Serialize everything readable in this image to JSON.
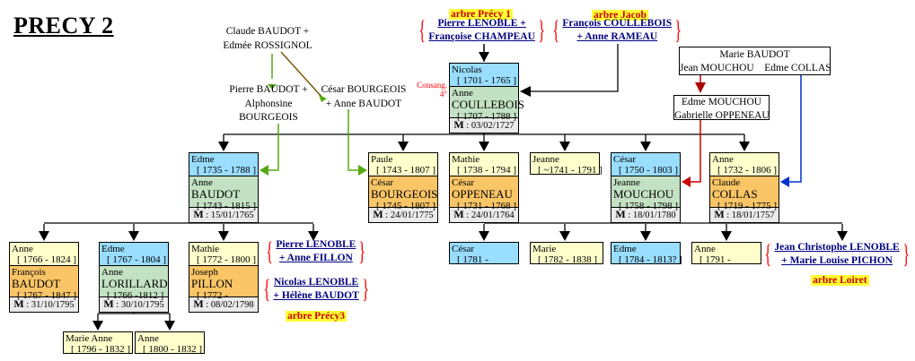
{
  "title": "PRECY 2",
  "ancestors": {
    "claude": [
      "Claude BAUDOT +",
      "Edmée ROSSIGNOL"
    ],
    "pierre": [
      "Pierre BAUDOT +",
      "Alphonsine",
      "BOURGEOIS"
    ],
    "cesar": [
      "César BOURGEOIS",
      "+ Anne BAUDOT"
    ],
    "marie_box": {
      "line1": "Marie BAUDOT",
      "left": "Jean MOUCHOU",
      "right": "Edme COLLAS"
    },
    "mouchou_box": [
      "Edme MOUCHOU",
      "Gabrielle OPPENEAU"
    ]
  },
  "links": {
    "precy1": {
      "tag": "arbre Précy 1",
      "line1": "Pierre LENOBLE +",
      "line2": "Françoise CHAMPEAU"
    },
    "jacob": {
      "tag": "arbre Jacob",
      "line1": "François COULLEBOIS",
      "line2": "+ Anne RAMEAU"
    },
    "fillon": {
      "line1": "Pierre LENOBLE",
      "line2": "+ Anne FILLON"
    },
    "helene": {
      "line1": "Nicolas LENOBLE",
      "line2": "+ Hélène BAUDOT",
      "tag": "arbre Précy3"
    },
    "loiret": {
      "line1": "Jean Christophe LENOBLE",
      "line2": "+ Marie Louise PICHON",
      "tag": "arbre Loiret"
    }
  },
  "consang": [
    "Consang.",
    "4°"
  ],
  "marriage_prefix": "M",
  "couples": {
    "nicolas": {
      "p1": {
        "name": "Nicolas",
        "dates": "[ 1701 - 1765 ]"
      },
      "p2": {
        "first": "Anne",
        "last": "COULLEBOIS",
        "dates": "[ 1707 - 1788 ]"
      },
      "m": ": 03/02/1727"
    },
    "edme": {
      "p1": {
        "name": "Edme",
        "dates": "[ 1735 - 1788 ]"
      },
      "p2": {
        "first": "Anne",
        "last": "BAUDOT",
        "dates": "[ 1743 - 1815 ]"
      },
      "m": ": 15/01/1765"
    },
    "paule": {
      "p1": {
        "name": "Paule",
        "dates": "[ 1743 - 1807 ]"
      },
      "p2": {
        "first": "César",
        "last": "BOURGEOIS",
        "dates": "[ 1745 - 1807 ]"
      },
      "m": ": 24/01/1775"
    },
    "mathie": {
      "p1": {
        "name": "Mathie",
        "dates": "[ 1738 - 1794 ]"
      },
      "p2": {
        "first": "César",
        "last": "OPPENEAU",
        "dates": "[ 1731 - 1768 ]"
      },
      "m": ": 24/01/1764"
    },
    "cesar": {
      "p1": {
        "name": "César",
        "dates": "[ 1750 - 1803 ]"
      },
      "p2": {
        "first": "Jeanne",
        "last": "MOUCHOU",
        "dates": "[ 1758 - 1798 ]"
      },
      "m": ": 18/01/1780"
    },
    "anne": {
      "p1": {
        "name": "Anne",
        "dates": "[ 1732 - 1806 ]"
      },
      "p2": {
        "first": "Claude",
        "last": "COLLAS",
        "dates": "[ 1719 - 1775 ]"
      },
      "m": ": 18/01/1757"
    },
    "anne2": {
      "p1": {
        "name": "Anne",
        "dates": "[ 1766 - 1824 ]"
      },
      "p2": {
        "first": "François",
        "last": "BAUDOT",
        "dates": "[ 1767 - 1847 ]"
      },
      "m": ": 31/10/1795"
    },
    "edme2": {
      "p1": {
        "name": "Edme",
        "dates": "[ 1767 - 1804 ]"
      },
      "p2": {
        "first": "Anne",
        "last": "LORILLARD",
        "dates": "[ 1766 -1812 ]"
      },
      "m": ": 30/10/1795"
    },
    "mathie2": {
      "p1": {
        "name": "Mathie",
        "dates": "[ 1772 - 1800 ]"
      },
      "p2": {
        "first": "Joseph",
        "last": "PILLON",
        "dates": "[ 1772 -"
      },
      "m": ": 08/02/1798"
    }
  },
  "singles": {
    "jeanne": {
      "name": "Jeanne",
      "dates": "[ ~1741 - 1791 ]"
    },
    "cesar_c": {
      "name": "César",
      "dates": "[ 1781 -"
    },
    "marie_c": {
      "name": "Marie",
      "dates": "[ 1782 - 1838 ]"
    },
    "edme_c": {
      "name": "Edme",
      "dates": "[ 1784 - 1813? ]"
    },
    "anne_c": {
      "name": "Anne",
      "dates": "[ 1791 -"
    },
    "marie_anne": {
      "name": "Marie Anne",
      "dates": "[ 1796 - 1832 ]"
    },
    "anne_gc": {
      "name": "Anne",
      "dates": "[ 1800 - 1832 ]"
    }
  },
  "colors": {
    "male": "#99ddff",
    "female": "#ffffcc",
    "spouse_male": "#f9c566",
    "spouse_female": "#c3e1c3",
    "marriage": "#ebebeb",
    "link": "#000080",
    "brace": "#ff0000",
    "tag_bg": "#ffff33",
    "tag_text": "#cc0000",
    "green_line": "#55aa11",
    "red_line": "#cc0000",
    "blue_line": "#0033cc"
  }
}
